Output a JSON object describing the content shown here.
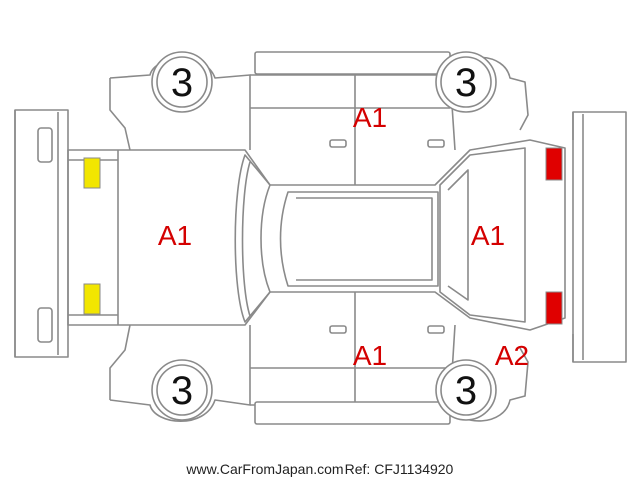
{
  "colors": {
    "outline": "#8a8a8a",
    "damage_text": "#d40000",
    "front_lamp": "#f2e600",
    "rear_lamp": "#e00000"
  },
  "wheels": {
    "front_left": "3",
    "rear_left": "3",
    "front_right": "3",
    "rear_right": "3"
  },
  "damage": {
    "left_doors": "A1",
    "hood": "A1",
    "rear_glass": "A1",
    "right_doors": "A1",
    "rear_corner_right": "A2"
  },
  "footer": {
    "site": "www.CarFromJapan.com",
    "ref": "Ref: CFJ1134920"
  }
}
